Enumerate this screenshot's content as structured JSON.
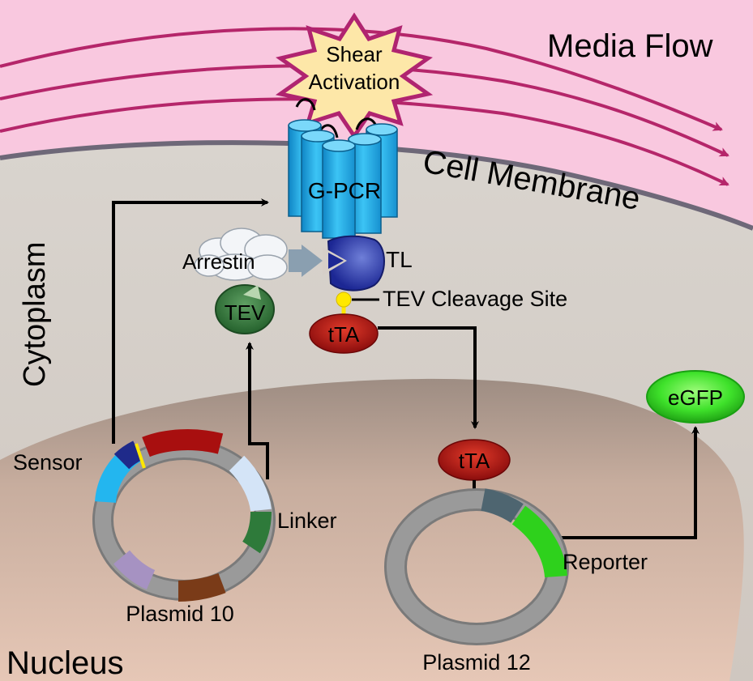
{
  "labels": {
    "media_flow": "Media Flow",
    "shear_line1": "Shear",
    "shear_line2": "Activation",
    "cell_membrane": "Cell Membrane",
    "gpcr": "G-PCR",
    "cytoplasm": "Cytoplasm",
    "arrestin": "Arrestin",
    "tl": "TL",
    "tev_cleavage_site": "TEV Cleavage Site",
    "tev": "TEV",
    "tta_top": "tTA",
    "tta_nucleus": "tTA",
    "egfp": "eGFP",
    "sensor": "Sensor",
    "linker": "Linker",
    "reporter": "Reporter",
    "plasmid_10": "Plasmid 10",
    "plasmid_12": "Plasmid 12",
    "nucleus": "Nucleus"
  },
  "colors": {
    "media": "#f9c8df",
    "flow_arrow": "#b5266a",
    "cytoplasm": "#d6cfc8",
    "membrane": "#7a7482",
    "gpcr": "#22b5ee",
    "tl": "#23309e",
    "tev": "#2e7a3a",
    "tta": "#c01818",
    "egfp": "#33e024",
    "starburst_fill": "#fde7a8",
    "starburst_stroke": "#b02470",
    "cleavage_site": "#ffe800",
    "plasmid_grey": "#8c8c8c"
  },
  "plasmid_10_segments": [
    "sensor-blue",
    "tl-dark-blue",
    "cleavage-yellow",
    "tta-red",
    "grey",
    "light-blue",
    "tev-green",
    "brown",
    "lavender"
  ],
  "plasmid_12_segments": [
    "grey",
    "slate",
    "reporter-green"
  ]
}
